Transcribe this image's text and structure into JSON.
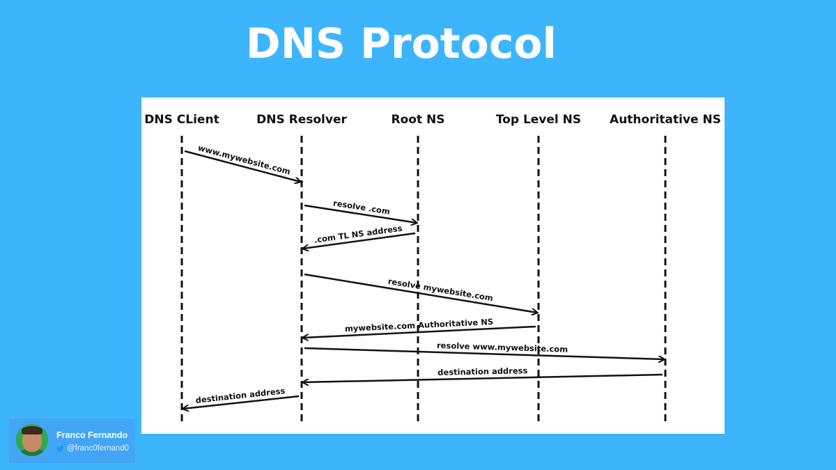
{
  "title": "DNS Protocol",
  "diagram": {
    "type": "sequence",
    "actors": [
      "DNS CLient",
      "DNS Resolver",
      "Root NS",
      "Top Level NS",
      "Authoritative NS"
    ],
    "messages": [
      {
        "from": "DNS CLient",
        "to": "DNS Resolver",
        "label": "www.mywebsite.com"
      },
      {
        "from": "DNS Resolver",
        "to": "Root NS",
        "label": "resolve .com"
      },
      {
        "from": "Root NS",
        "to": "DNS Resolver",
        "label": ".com TL NS address"
      },
      {
        "from": "DNS Resolver",
        "to": "Top Level NS",
        "label": "resolve mywebsite.com"
      },
      {
        "from": "Top Level NS",
        "to": "DNS Resolver",
        "label": "mywebsite.com Authoritative NS"
      },
      {
        "from": "DNS Resolver",
        "to": "Authoritative NS",
        "label": "resolve www.mywebsite.com"
      },
      {
        "from": "Authoritative NS",
        "to": "DNS Resolver",
        "label": "destination address"
      },
      {
        "from": "DNS Resolver",
        "to": "DNS CLient",
        "label": "destination address"
      }
    ]
  },
  "author": {
    "name": "Franco Fernando",
    "handle": "@franc0fernand0",
    "icon": "twitter-bird-icon"
  },
  "colors": {
    "background": "#3db5fd",
    "panel": "#ffffff",
    "ink": "#111111"
  }
}
